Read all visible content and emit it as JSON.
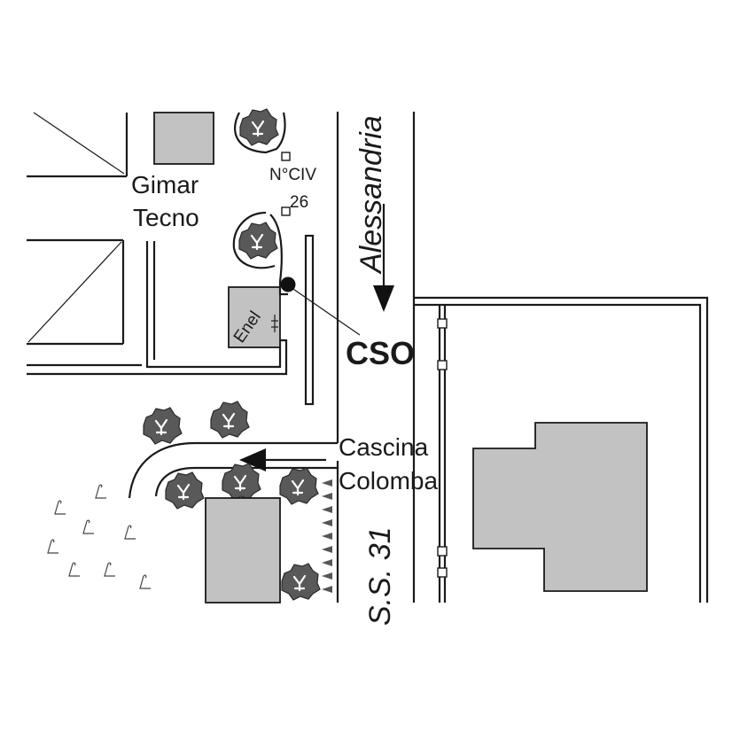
{
  "labels": {
    "company_line1": "Gimar",
    "company_line2": "Tecno",
    "civic_number_label": "N°CIV",
    "civic_number": "26",
    "enel": "Enel",
    "station": "CSO",
    "road_north": "Alessandria",
    "road_south": "S.S. 31",
    "side_road_line1": "Cascina",
    "side_road_line2": "Colomba"
  },
  "colors": {
    "building": "#c2c2c2",
    "tree": "#595959",
    "line": "#1a1a1a"
  },
  "icons": {
    "tree": "tree-icon",
    "station_marker": "station-dot-icon",
    "direction_arrow": "arrow-icon",
    "grass": "grass-icon"
  }
}
